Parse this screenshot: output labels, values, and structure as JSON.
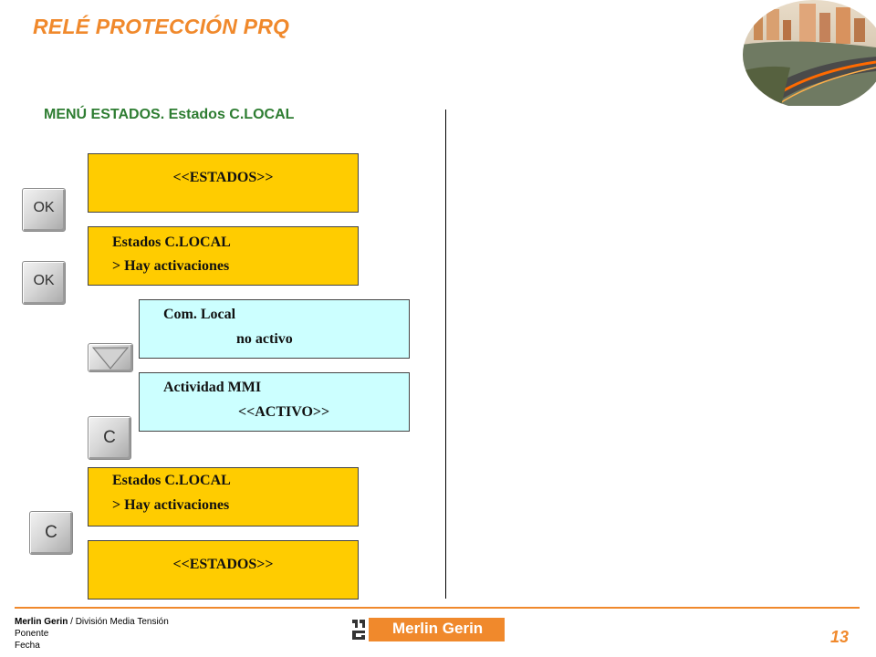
{
  "header": {
    "title": "RELÉ PROTECCIÓN PRQ",
    "subtitle": "MENÚ ESTADOS. Estados C.LOCAL"
  },
  "screens": [
    {
      "lines": [
        "<<ESTADOS>>"
      ],
      "color": "#ffcc00"
    },
    {
      "lines": [
        "Estados C.LOCAL",
        "> Hay activaciones"
      ],
      "color": "#ffcc00"
    },
    {
      "lines": [
        "Com. Local",
        "no activo"
      ],
      "color": "#ccffff"
    },
    {
      "lines": [
        "Actividad MMI",
        "<<ACTIVO>>"
      ],
      "color": "#ccffff"
    },
    {
      "lines": [
        "Estados C.LOCAL",
        "> Hay activaciones"
      ],
      "color": "#ffcc00"
    },
    {
      "lines": [
        "<<ESTADOS>>"
      ],
      "color": "#ffcc00"
    }
  ],
  "keys": {
    "ok": "OK",
    "cancel": "C",
    "down_icon": "triangle-down-icon"
  },
  "footer": {
    "company": "Merlin Gerin",
    "division": " / División Media Tensión",
    "presenter": "Ponente",
    "date": "Fecha",
    "logo_text": "Merlin Gerin",
    "page_number": "13"
  },
  "colors": {
    "accent": "#f0892c",
    "subtitle": "#2e7d32",
    "screen_yellow": "#ffcc00",
    "screen_cyan": "#ccffff"
  }
}
